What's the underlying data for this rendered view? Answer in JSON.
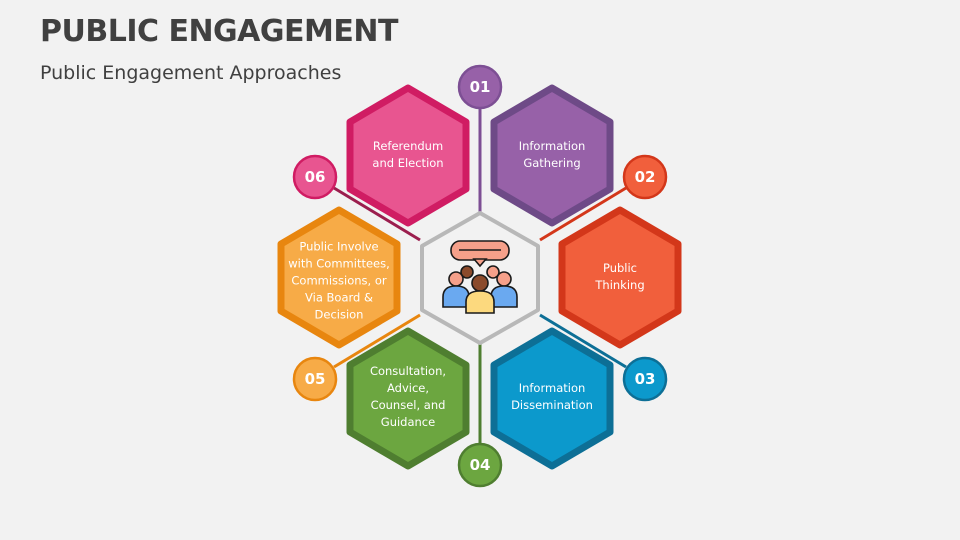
{
  "header": {
    "title": "PUBLIC ENGAGEMENT",
    "subtitle": "Public Engagement Approaches"
  },
  "center": {
    "icon": "group-discussion-icon"
  },
  "items": [
    {
      "number": "01",
      "label": "Information Gathering",
      "lines": [
        "Information",
        "Gathering"
      ],
      "fill": "#9761a8",
      "border": "#6e4a87"
    },
    {
      "number": "02",
      "label": "Public Thinking",
      "lines": [
        "Public",
        "Thinking"
      ],
      "fill": "#f15f3c",
      "border": "#d3371a"
    },
    {
      "number": "03",
      "label": "Information Dissemination",
      "lines": [
        "Information",
        "Dissemination"
      ],
      "fill": "#0c99cc",
      "border": "#0d6f96"
    },
    {
      "number": "04",
      "label": "Consultation, Advice, Counsel, and Guidance",
      "lines": [
        "Consultation,",
        "Advice,",
        "Counsel, and",
        "Guidance"
      ],
      "fill": "#6ca640",
      "border": "#4f7e30"
    },
    {
      "number": "05",
      "label": "Public Involve with Committees, Commissions, or Via Board & Decision",
      "lines": [
        "Public Involve",
        "with Committees,",
        "Commissions, or",
        "Via Board &",
        "Decision"
      ],
      "fill": "#f7ab47",
      "border": "#e8860f"
    },
    {
      "number": "06",
      "label": "Referendum and Election",
      "lines": [
        "Referendum",
        "and Election"
      ],
      "fill": "#e85590",
      "border": "#d01c63"
    }
  ]
}
